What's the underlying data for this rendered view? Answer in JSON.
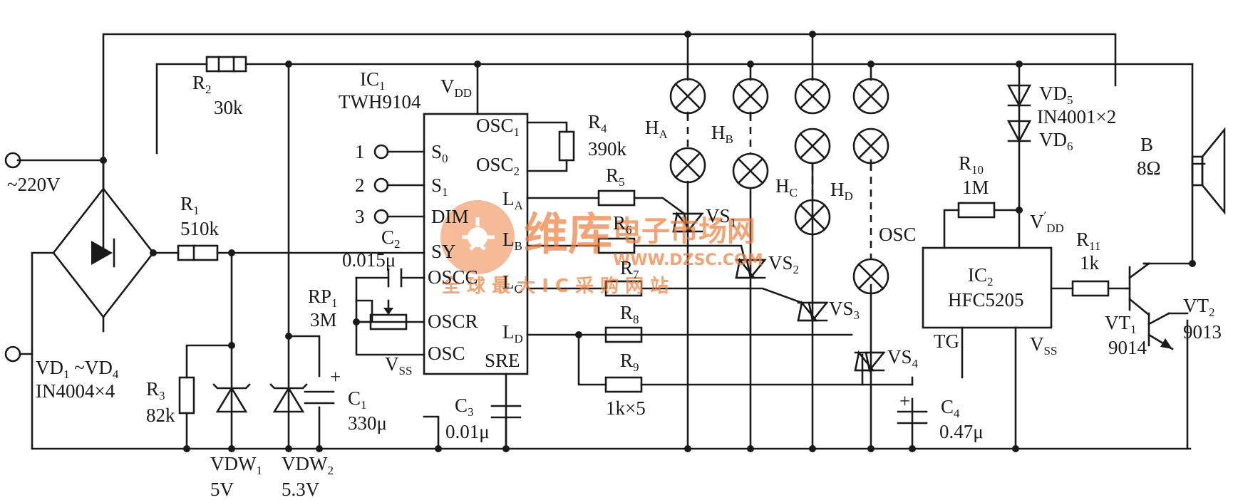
{
  "source": {
    "voltage": "~220V"
  },
  "bridge": {
    "name": "VD",
    "sub_a": "1",
    "mid": " ~VD",
    "sub_b": "4",
    "value": "IN4004×4"
  },
  "resistors": {
    "r1": {
      "name": "R",
      "sub": "1",
      "value": "510k"
    },
    "r2": {
      "name": "R",
      "sub": "2",
      "value": "30k"
    },
    "r3": {
      "name": "R",
      "sub": "3",
      "value": "82k"
    },
    "r4": {
      "name": "R",
      "sub": "4",
      "value": "390k"
    },
    "r5": {
      "name": "R",
      "sub": "5"
    },
    "r6": {
      "name": "R",
      "sub": "6"
    },
    "r7": {
      "name": "R",
      "sub": "7"
    },
    "r8": {
      "name": "R",
      "sub": "8"
    },
    "r9": {
      "name": "R",
      "sub": "9",
      "value": "1k×5"
    },
    "r10": {
      "name": "R",
      "sub": "10",
      "value": "1M"
    },
    "r11": {
      "name": "R",
      "sub": "11",
      "value": "1k"
    }
  },
  "zeners": {
    "vdw1": {
      "name": "VDW",
      "sub": "1",
      "value": "5V"
    },
    "vdw2": {
      "name": "VDW",
      "sub": "2",
      "value": "5.3V"
    }
  },
  "capacitors": {
    "c1": {
      "name": "C",
      "sub": "1",
      "value": "330μ"
    },
    "c2": {
      "name": "C",
      "sub": "2",
      "value": "0.015μ"
    },
    "c3": {
      "name": "C",
      "sub": "3",
      "value": "0.01μ"
    },
    "c4": {
      "name": "C",
      "sub": "4",
      "value": "0.47μ"
    }
  },
  "pot": {
    "name": "RP",
    "sub": "1",
    "value": "3M"
  },
  "ic1": {
    "name": "IC",
    "sub": "1",
    "part": "TWH9104",
    "vdd": "V",
    "vdd_sub": "DD",
    "vss": "V",
    "vss_sub": "SS",
    "pins_left": [
      {
        "n": "S",
        "s": "0"
      },
      {
        "n": "S",
        "s": "1"
      },
      {
        "n": "DIM",
        "s": ""
      },
      {
        "n": "SY",
        "s": ""
      },
      {
        "n": "OSCC",
        "s": ""
      },
      {
        "n": "OSCR",
        "s": ""
      },
      {
        "n": "OSC",
        "s": ""
      }
    ],
    "osc1": {
      "n": "OSC",
      "s": "1"
    },
    "osc2": {
      "n": "OSC",
      "s": "2"
    },
    "la": {
      "n": "L",
      "s": "A"
    },
    "lb": {
      "n": "L",
      "s": "B"
    },
    "lc": {
      "n": "L",
      "s": "C"
    },
    "ld": {
      "n": "L",
      "s": "D"
    },
    "sre": "SRE"
  },
  "terminals": [
    "1",
    "2",
    "3"
  ],
  "lamps": {
    "ha": {
      "n": "H",
      "s": "A"
    },
    "hb": {
      "n": "H",
      "s": "B"
    },
    "hc": {
      "n": "H",
      "s": "C"
    },
    "hd": {
      "n": "H",
      "s": "D"
    },
    "osc": "OSC"
  },
  "triacs": {
    "vs1": {
      "n": "VS",
      "s": "1"
    },
    "vs2": {
      "n": "VS",
      "s": "2"
    },
    "vs3": {
      "n": "VS",
      "s": "3"
    },
    "vs4": {
      "n": "VS",
      "s": "4"
    }
  },
  "diodes": {
    "vd5": {
      "n": "VD",
      "s": "5"
    },
    "vd6": {
      "n": "VD",
      "s": "6"
    },
    "value": "IN4001×2"
  },
  "vdd2": {
    "n": "V",
    "s": "DD",
    "prime": "′"
  },
  "ic2": {
    "name": "IC",
    "sub": "2",
    "part": "HFC5205",
    "tg": "TG",
    "vss": "V",
    "vss_sub": "SS"
  },
  "speaker": {
    "name": "B",
    "value": "8Ω"
  },
  "transistors": {
    "vt1": {
      "n": "VT",
      "s": "1",
      "value": "9014"
    },
    "vt2": {
      "n": "VT",
      "s": "2",
      "value": "9013"
    }
  },
  "watermark": {
    "brand": "维库",
    "brand2": "电子市场网",
    "url": "WWW.DZSC.COM",
    "slogan": "全 球 最 大 I C 采 购 网 站"
  }
}
